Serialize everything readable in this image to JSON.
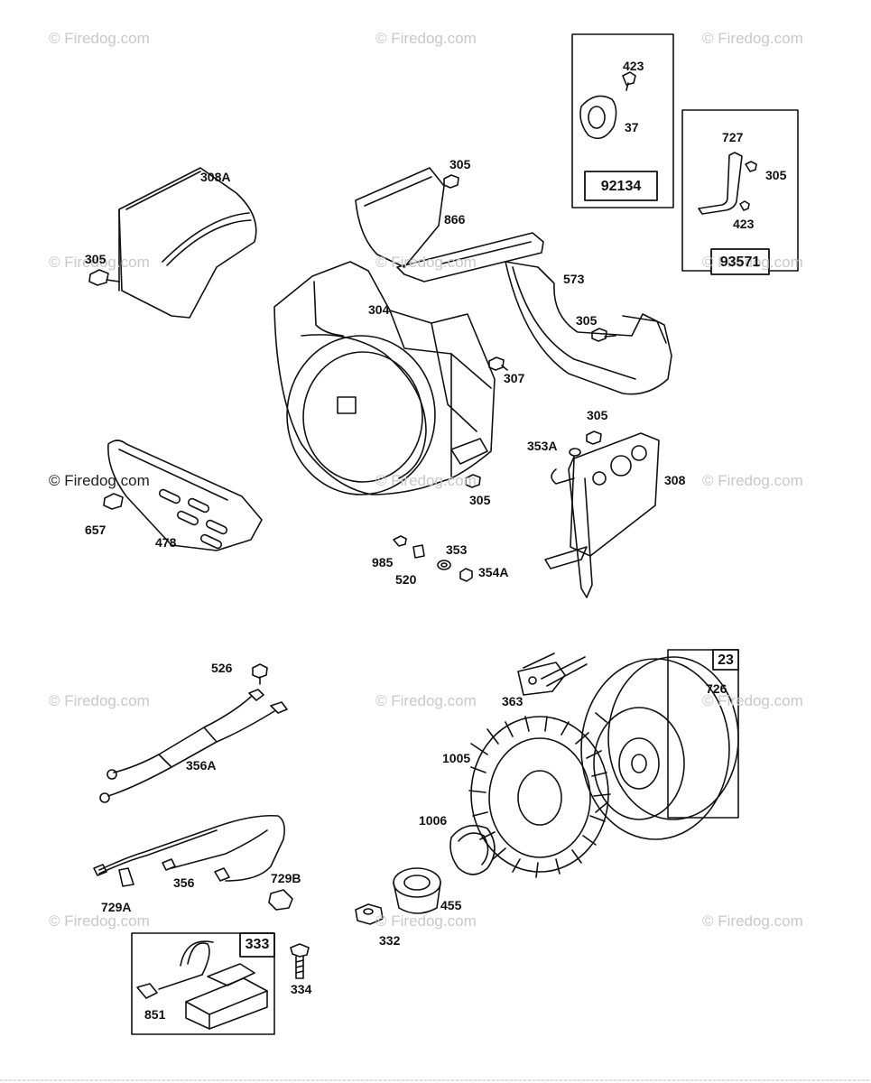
{
  "watermark": {
    "text": "© Firedog.com",
    "text_dark": "© Firedog.com"
  },
  "callouts": {
    "p308A": "308A",
    "p305_left": "305",
    "p305_top": "305",
    "p866": "866",
    "p304": "304",
    "p573": "573",
    "p305_mid": "305",
    "p307": "307",
    "p305_right": "305",
    "p353A": "353A",
    "p308": "308",
    "p305_low": "305",
    "p657": "657",
    "p478": "478",
    "p985": "985",
    "p520": "520",
    "p353": "353",
    "p354A": "354A",
    "p423_a": "423",
    "p37": "37",
    "p727": "727",
    "p305_box": "305",
    "p423_b": "423",
    "p526": "526",
    "p356A": "356A",
    "p356": "356",
    "p729A": "729A",
    "p729B": "729B",
    "p363": "363",
    "p726": "726",
    "p1005": "1005",
    "p1006": "1006",
    "p455": "455",
    "p332": "332",
    "p334": "334",
    "p851": "851"
  },
  "kits": {
    "k92134": "92134",
    "k93571": "93571",
    "k333": "333",
    "k23": "23"
  }
}
